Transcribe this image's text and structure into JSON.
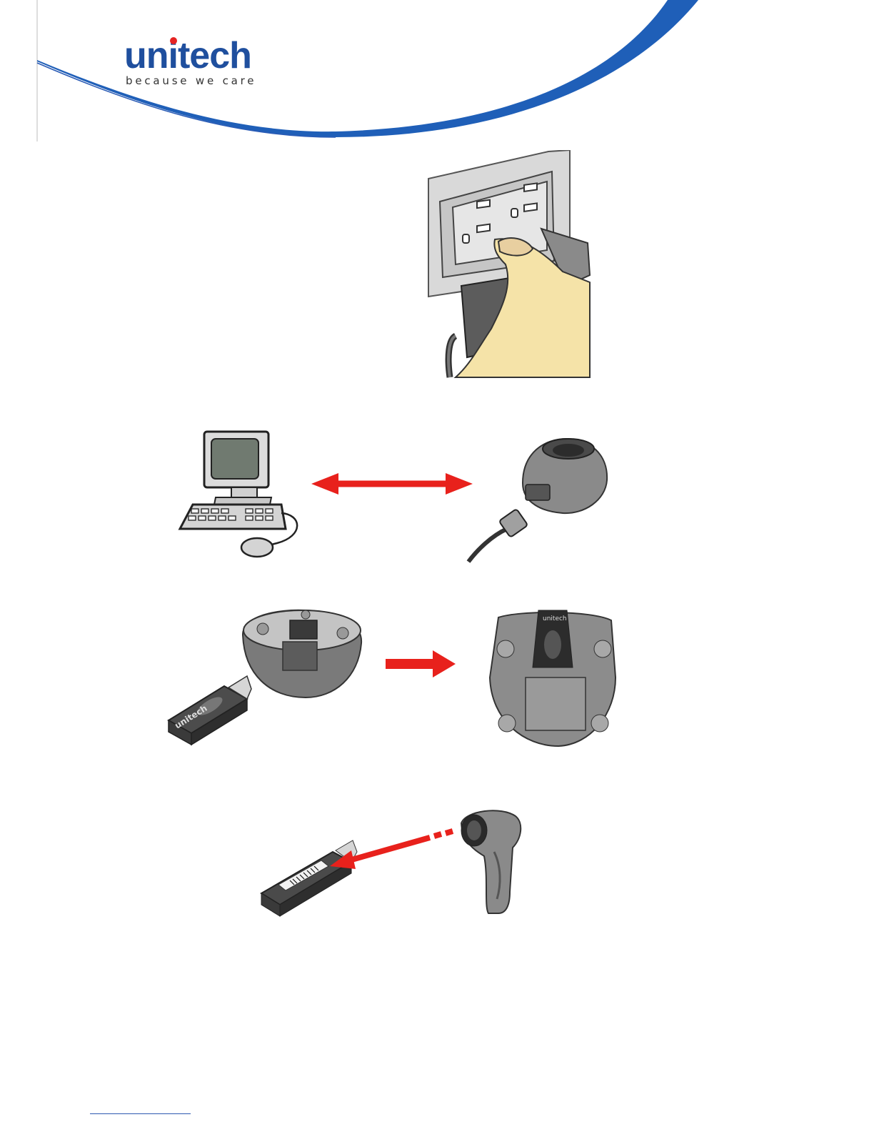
{
  "header": {
    "brand": "unitech",
    "tagline": "because we care",
    "colors": {
      "brand_blue": "#1f4f9e",
      "dot_red": "#e52322",
      "swoosh_blue": "#1f5fb8"
    }
  },
  "figures": {
    "power": {
      "icon": "wall-outlet-power-adapter"
    },
    "host": {
      "icon": "desktop-computer",
      "arrow": "double-headed-arrow",
      "cradle_icon": "charging-cradle-with-cable"
    },
    "dongle": {
      "icon": "usb-dongle",
      "cradle_icon": "cradle-underside",
      "result_icon": "cradle-with-dongle-installed",
      "dongle_brand": "unitech",
      "cradle_brand": "unitech"
    },
    "pairing": {
      "icon": "usb-dongle-barcode-label",
      "scanner_icon": "handheld-barcode-scanner",
      "arrow": "scan-arrow"
    },
    "arrow_color": "#e8211c"
  }
}
